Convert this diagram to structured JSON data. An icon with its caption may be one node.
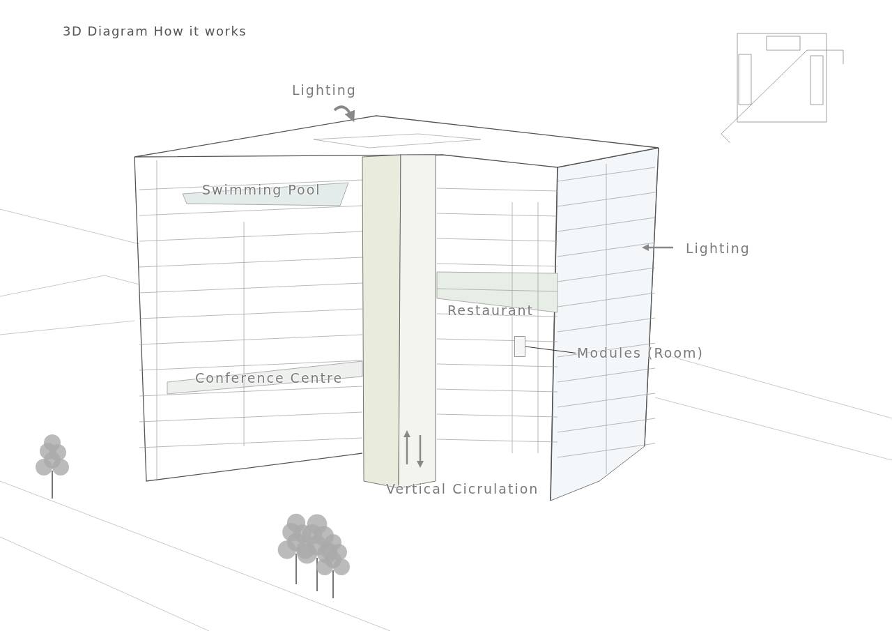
{
  "diagram": {
    "title": "3D Diagram How it works",
    "nodes": [
      {
        "text": [
          "Modules (Room)"
        ]
      },
      {
        "text": [],
        "shape": "box"
      }
    ],
    "edges": [
      {
        "from": 0,
        "to": 1,
        "arrow": "none"
      }
    ],
    "labels": [
      "Lighting",
      "Swimming Pool",
      "Lighting",
      "Restaurant",
      "Conference Centre",
      "Vertical Cicrulation"
    ]
  }
}
